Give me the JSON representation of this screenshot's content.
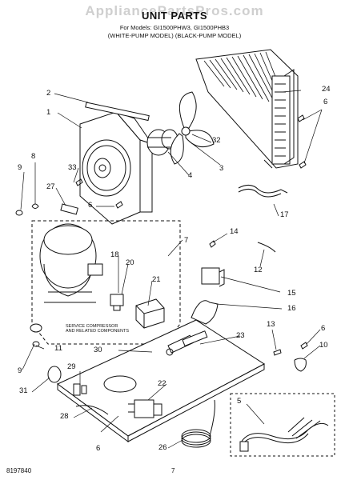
{
  "header": {
    "watermark": "AppliancePartsPros.com",
    "title": "UNIT PARTS",
    "models_line": "For Models: GI1500PHW3, GI1500PHB3",
    "variants_line": "(WHITE-PUMP MODEL)  (BLACK-PUMP MODEL)"
  },
  "callouts": {
    "c1": "1",
    "c2": "2",
    "c3": "3",
    "c4": "4",
    "c5": "5",
    "c6a": "6",
    "c6b": "6",
    "c6c": "6",
    "c6d": "6",
    "c7": "7",
    "c8": "8",
    "c9a": "9",
    "c9b": "9",
    "c10": "10",
    "c11": "11",
    "c12": "12",
    "c13": "13",
    "c14": "14",
    "c15": "15",
    "c16": "16",
    "c17": "17",
    "c18": "18",
    "c20": "20",
    "c21": "21",
    "c22": "22",
    "c23": "23",
    "c24": "24",
    "c26": "26",
    "c27": "27",
    "c28": "28",
    "c29": "29",
    "c30": "30",
    "c31": "31",
    "c32": "32",
    "c33": "33"
  },
  "compressor_note": {
    "line1": "SERVICE COMPRESSOR",
    "line2": "AND RELATED COMPONENTS"
  },
  "footer": {
    "doc_number": "8197840",
    "page_number": "7"
  }
}
